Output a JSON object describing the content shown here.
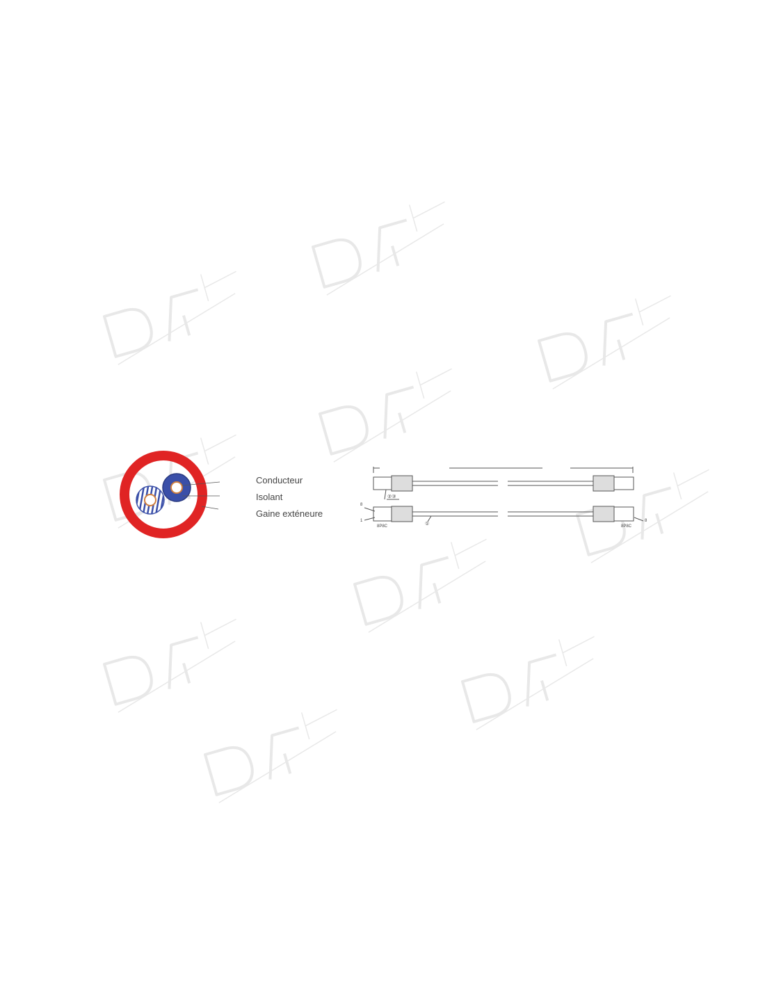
{
  "watermark": {
    "text": "DA"
  },
  "cable_section": {
    "labels": [
      "Conducteur",
      "Isolant",
      "Gaine exténeure"
    ],
    "colors": {
      "sheath": "#e02424",
      "insulator": "#3a4fa8",
      "conductor": "#e0a070"
    }
  },
  "connector_drawing": {
    "callouts": {
      "pin8_left": "8",
      "pin1_left": "1",
      "type_left": "8P8C",
      "type_right": "8P8C",
      "pin8_right": "8",
      "ref_top": "②③",
      "ref_cable": "①"
    }
  }
}
